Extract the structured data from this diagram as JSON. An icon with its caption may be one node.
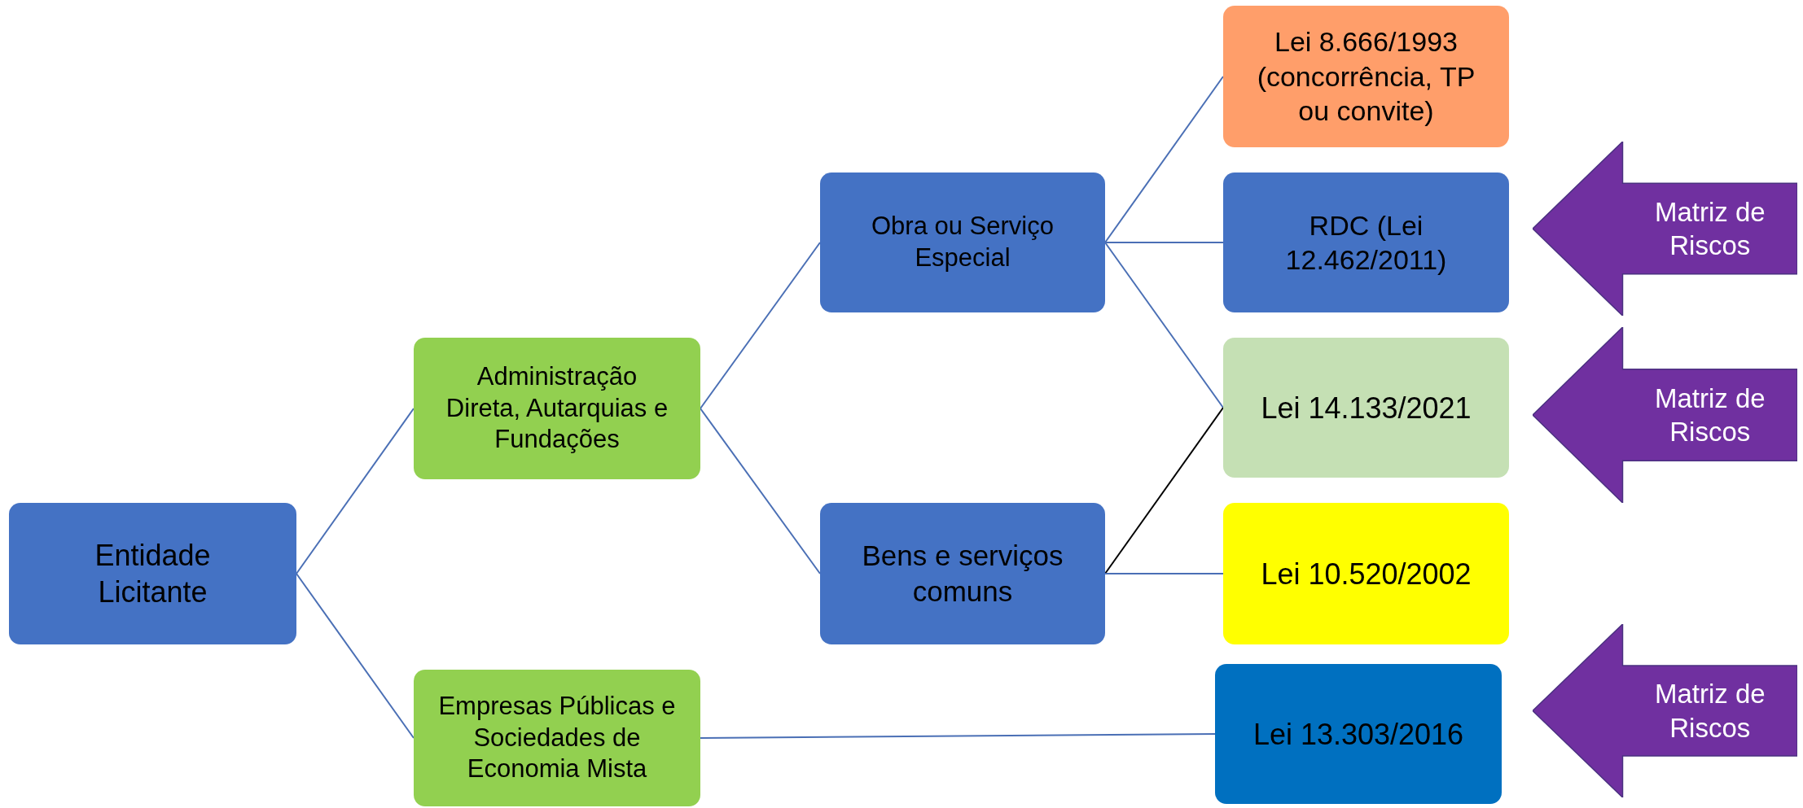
{
  "diagram": {
    "nodes": [
      {
        "text": [
          "Entidade Licitante"
        ]
      },
      {
        "text": [
          "Administração Direta, Autarquias e Fundações"
        ]
      },
      {
        "text": [
          "Empresas Públicas e Sociedades de Economia Mista"
        ]
      },
      {
        "text": [
          "Obra ou Serviço Especial"
        ]
      },
      {
        "text": [
          "Bens e serviços comuns"
        ]
      },
      {
        "text": [
          "Lei 8.666/1993 (concorrência, TP ou convite)"
        ]
      },
      {
        "text": [
          "RDC (Lei 12.462/2011)"
        ]
      },
      {
        "text": [
          "Lei 14.133/2021"
        ]
      },
      {
        "text": [
          "Lei 10.520/2002"
        ]
      },
      {
        "text": [
          "Lei 13.303/2016"
        ]
      },
      {
        "text": [
          "Matriz de Riscos"
        ]
      },
      {
        "text": [
          "Matriz de Riscos"
        ]
      },
      {
        "text": [
          "Matriz de Riscos"
        ]
      }
    ],
    "edges": [
      {
        "from": 0,
        "to": 1,
        "arrow": "none"
      },
      {
        "from": 0,
        "to": 2,
        "arrow": "none"
      },
      {
        "from": 1,
        "to": 3,
        "arrow": "none"
      },
      {
        "from": 1,
        "to": 4,
        "arrow": "none"
      },
      {
        "from": 3,
        "to": 5,
        "arrow": "none"
      },
      {
        "from": 3,
        "to": 6,
        "arrow": "none"
      },
      {
        "from": 3,
        "to": 7,
        "arrow": "none"
      },
      {
        "from": 4,
        "to": 7,
        "arrow": "none",
        "color": "#000000"
      },
      {
        "from": 4,
        "to": 8,
        "arrow": "none"
      },
      {
        "from": 2,
        "to": 9,
        "arrow": "none"
      }
    ]
  }
}
